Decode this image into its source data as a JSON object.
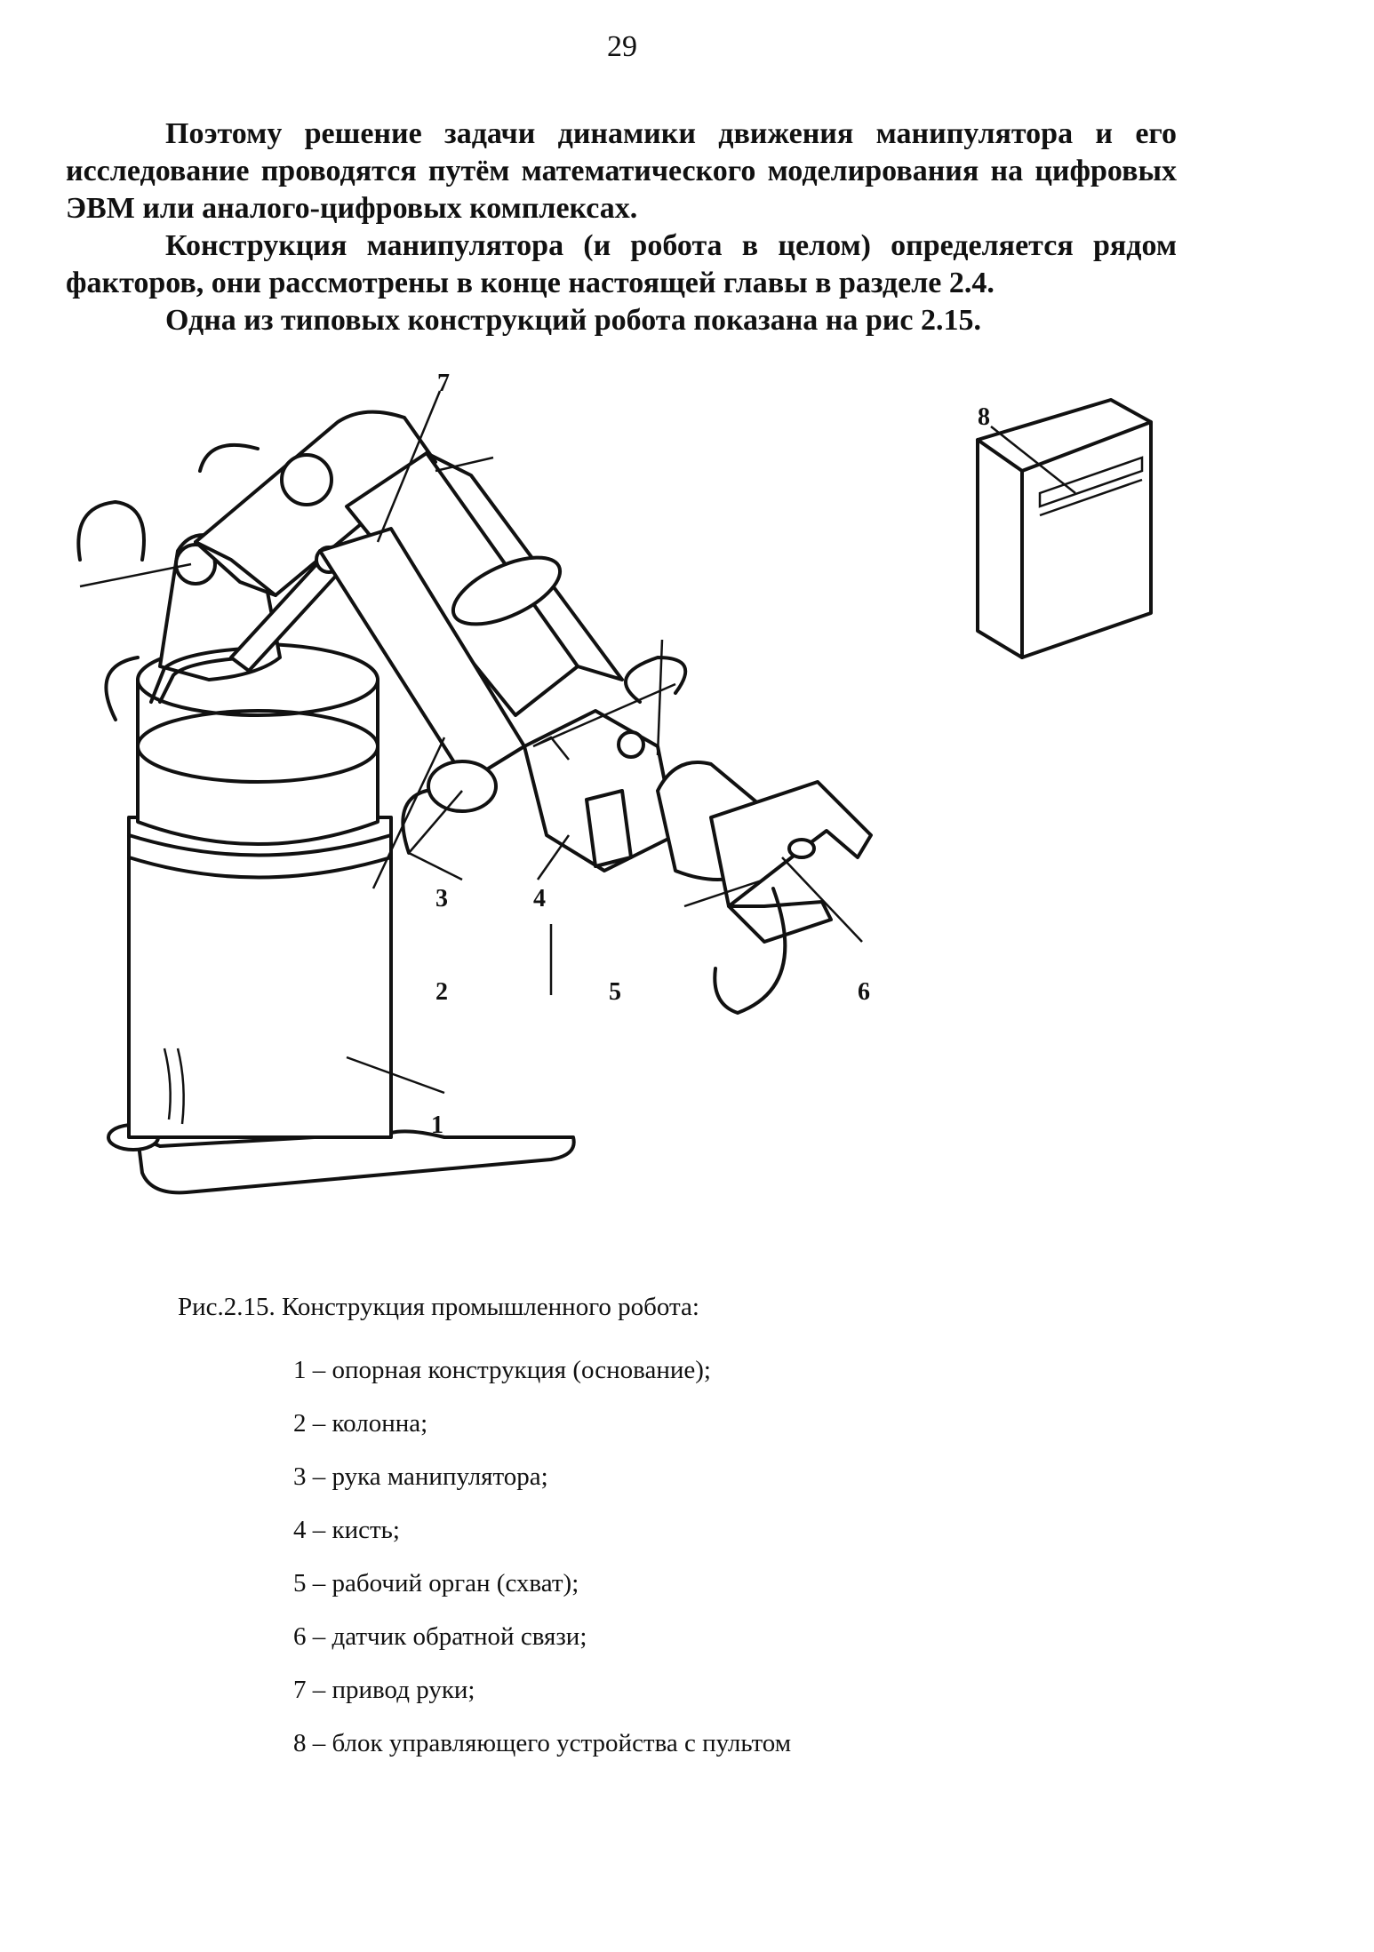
{
  "page": {
    "number": "29"
  },
  "paragraphs": [
    "Поэтому решение задачи динамики движения манипулятора и его исследование проводятся путём математического моделирования на цифровых ЭВМ или аналого-цифровых комплексах.",
    "Конструкция манипулятора (и робота в целом) определяется рядом факторов, они рассмотрены в конце настоящей главы в разделе 2.4.",
    "Одна из типовых конструкций робота показана на рис 2.15."
  ],
  "figure": {
    "labels": [
      "1",
      "2",
      "3",
      "4",
      "5",
      "6",
      "7",
      "8"
    ],
    "caption": "Рис.2.15. Конструкция промышленного робота:",
    "legend": [
      "1 – опорная конструкция (основание);",
      "2 – колонна;",
      "3 – рука манипулятора;",
      "4 – кисть;",
      "5 – рабочий орган (схват);",
      "6 – датчик обратной связи;",
      "7 – привод руки;",
      "8 – блок управляющего устройства с пультом"
    ]
  }
}
